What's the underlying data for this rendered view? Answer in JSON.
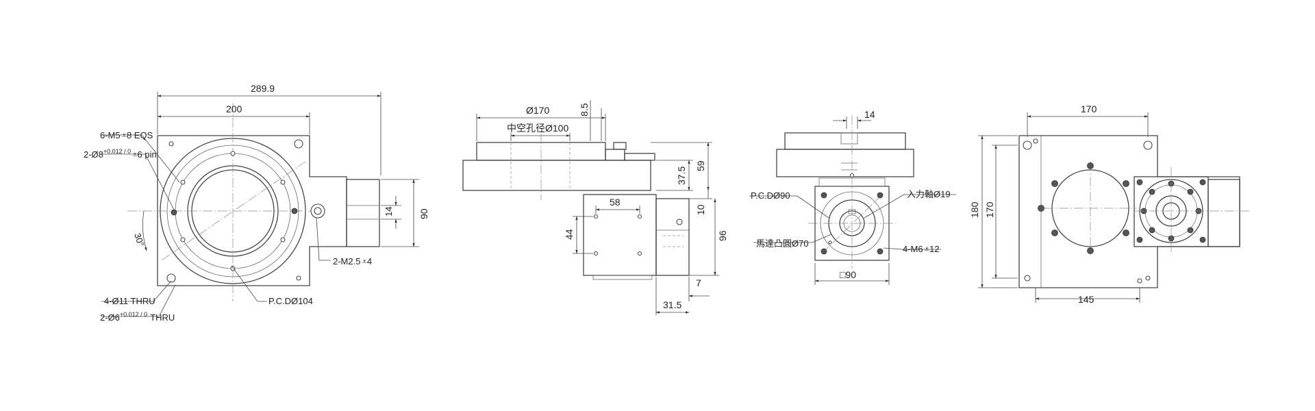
{
  "view_top": {
    "dim_overall_width": "289.9",
    "dim_table_width": "200",
    "dim_shaft_dia": "14",
    "dim_box_height": "90",
    "dim_angle": "30°",
    "note_tapped": "6-M5",
    "note_tapped_depth": "8 EQS",
    "note_pin": "2-Ø8",
    "note_pin_tol": "+0.012 / 0",
    "note_pin_depth": "6 pin",
    "note_m25": "2-M2.5",
    "note_m25_depth": "4",
    "note_thru": "4-Ø11 THRU",
    "note_pin_thru": "2-Ø6",
    "note_pin_thru_tol": "+0.012 / 0",
    "note_pin_thru_suffix": "THRU",
    "note_pcd": "P.C.DØ104"
  },
  "view_side": {
    "dim_table_dia": "Ø170",
    "dim_hollow": "中空孔径Ø100",
    "dim_8_5": "8.5",
    "dim_37_5": "37.5",
    "dim_59": "59",
    "dim_58": "58",
    "dim_44": "44",
    "dim_10": "10",
    "dim_96": "96",
    "dim_7": "7",
    "dim_31_5": "31.5"
  },
  "view_motor": {
    "dim_14": "14",
    "note_pcd": "P.C.DØ90",
    "note_input_shaft": "入力軸Ø19",
    "note_motor_boss": "馬達凸圓Ø70",
    "note_m6": "4-M6",
    "note_m6_depth": "12",
    "dim_square": "□90"
  },
  "view_bottom": {
    "dim_170_top": "170",
    "dim_180": "180",
    "dim_170_side": "170",
    "dim_145": "145"
  }
}
